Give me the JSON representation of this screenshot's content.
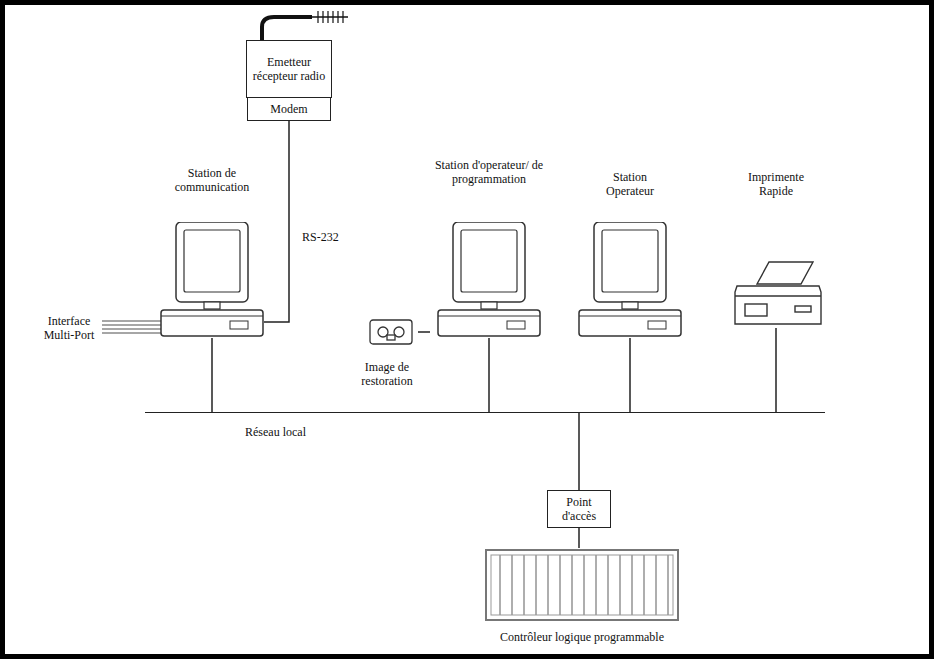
{
  "diagram": {
    "nodes": [
      {
        "text": [
          "Emetteur récepteur radio"
        ]
      },
      {
        "text": [
          "Modem"
        ]
      },
      {
        "text": [
          "Station de communication"
        ]
      },
      {
        "text": [
          "Station d'operateur/ de programmation"
        ]
      },
      {
        "text": [
          "Station Operateur"
        ]
      },
      {
        "text": [
          "Imprimente Rapide"
        ]
      },
      {
        "text": [
          "Image de restoration"
        ]
      },
      {
        "text": [
          "Réseau local"
        ]
      },
      {
        "text": [
          "Point d'accès"
        ]
      },
      {
        "text": [
          "Contrôleur logique programmable"
        ]
      }
    ],
    "edges": [
      {
        "from": 1,
        "to": 2,
        "label": "RS-232",
        "arrow": "none"
      },
      {
        "from": 2,
        "to": 7,
        "arrow": "none"
      },
      {
        "from": 6,
        "to": 3,
        "arrow": "none"
      },
      {
        "from": 3,
        "to": 7,
        "arrow": "none"
      },
      {
        "from": 4,
        "to": 7,
        "arrow": "none"
      },
      {
        "from": 5,
        "to": 7,
        "arrow": "none"
      },
      {
        "from": 8,
        "to": 7,
        "arrow": "none"
      },
      {
        "from": 8,
        "to": 9,
        "arrow": "none"
      }
    ],
    "labels": [
      "Interface Multi-Port"
    ]
  }
}
